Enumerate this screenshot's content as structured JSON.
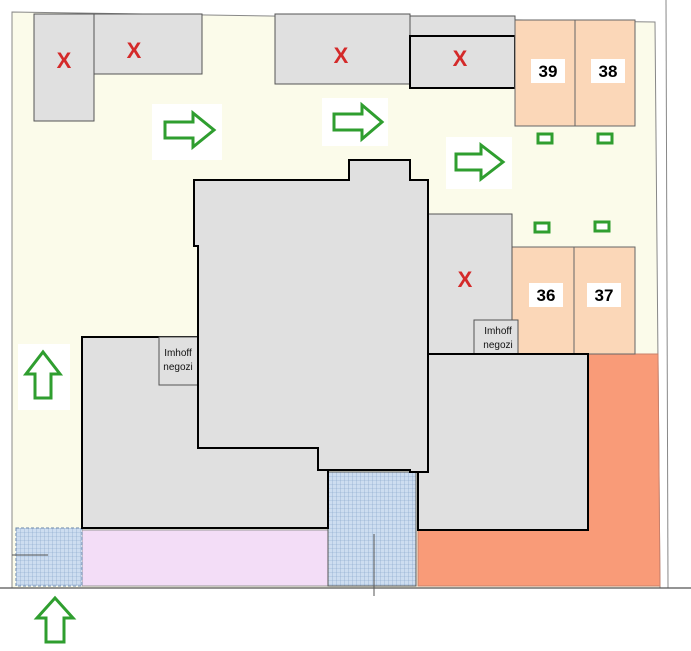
{
  "colors": {
    "ground": "#fbfbea",
    "building": "#e0e0e0",
    "stall_fill": "#fbd7b8",
    "cancel_mark": "#d42a2a",
    "arrow": "#2f9e2f",
    "salmon_zone": "#f99b78",
    "lilac_zone": "#f3ddf7",
    "grid_zone": "#b9cfe6"
  },
  "cancelled_mark": "X",
  "stalls": [
    {
      "number": "39"
    },
    {
      "number": "38"
    },
    {
      "number": "36"
    },
    {
      "number": "37"
    }
  ],
  "imhoff_labels": [
    {
      "line1": "Imhoff",
      "line2": "negozi"
    },
    {
      "line1": "Imhoff",
      "line2": "negozi"
    }
  ],
  "icons": {
    "arrow": "green-arrow-icon",
    "marker": "green-spot-marker-icon"
  }
}
